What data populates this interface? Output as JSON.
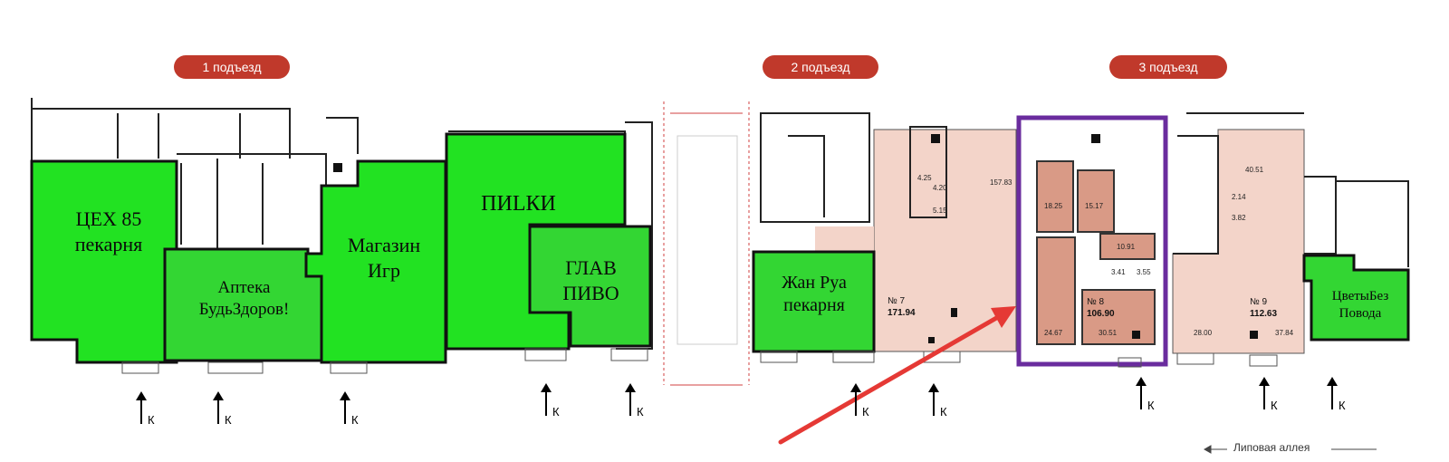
{
  "entrances": [
    {
      "label": "1 подъезд"
    },
    {
      "label": "2 подъезд"
    },
    {
      "label": "3 подъезд"
    }
  ],
  "tenants": [
    {
      "lines": [
        "ЦЕХ 85",
        "пекарня"
      ]
    },
    {
      "lines": [
        "Аптека",
        "БудьЗдоров!"
      ]
    },
    {
      "lines": [
        "Магазин",
        "Игр"
      ]
    },
    {
      "lines": [
        "ПИLКИ"
      ]
    },
    {
      "lines": [
        "ГЛАВ",
        "ПИВО"
      ]
    },
    {
      "lines": [
        "Жан Руа",
        "пекарня"
      ]
    },
    {
      "lines": [
        "ЦветыБез",
        "Повода"
      ]
    }
  ],
  "units": [
    {
      "number": "№ 7",
      "area": "171.94"
    },
    {
      "number": "№ 8",
      "area": "106.90"
    },
    {
      "number": "№ 9",
      "area": "112.63"
    }
  ],
  "room_areas": {
    "unit7": [
      "157.83",
      "4.25",
      "4.20",
      "5.15"
    ],
    "unit8": [
      "18.25",
      "15.17",
      "10.91",
      "3.41",
      "3.55",
      "24.67",
      "30.51"
    ],
    "unit9": [
      "40.51",
      "2.14",
      "3.82",
      "28.00",
      "37.84"
    ]
  },
  "entry_marker": "К",
  "street_label": "Липовая аллея",
  "colors": {
    "pill": "#c0392b",
    "tenant_bright": "#22e222",
    "tenant_mid": "#33d633",
    "unit_fill": "#f3d4c9",
    "unit8_fill": "#d99a86",
    "highlight": "#6a2c9e",
    "arrow": "#e53935"
  }
}
